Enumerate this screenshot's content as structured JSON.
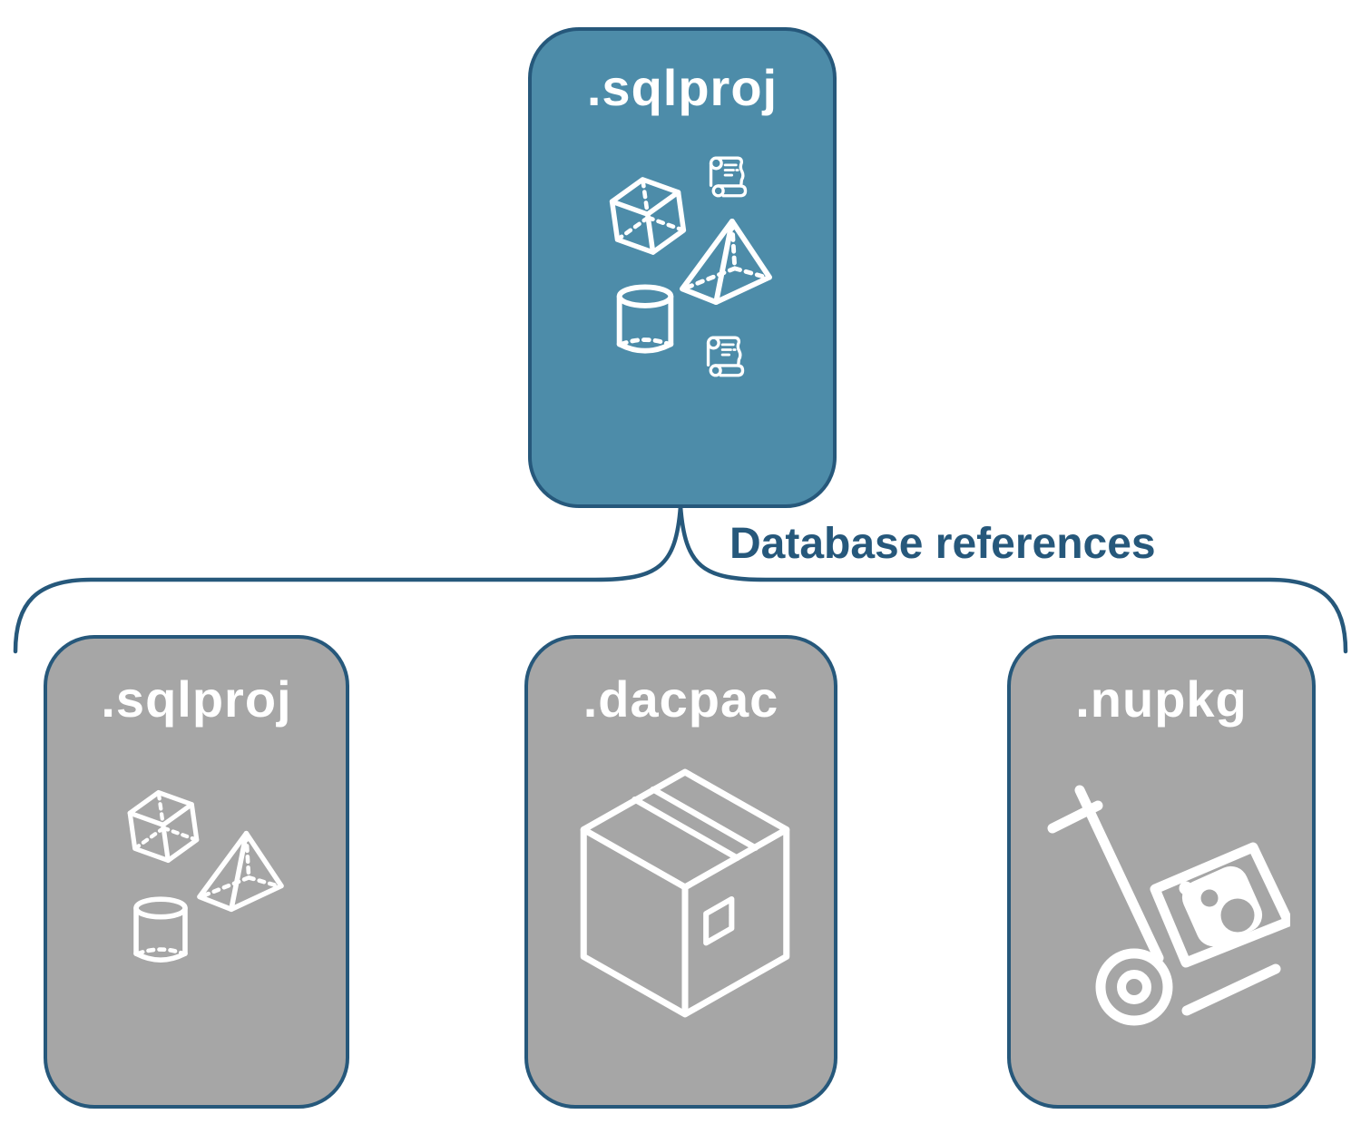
{
  "root_card": {
    "label": ".sqlproj",
    "icons": [
      "scroll-icon",
      "cube-icon",
      "pyramid-icon",
      "cylinder-icon",
      "scroll-icon"
    ]
  },
  "connector": {
    "label": "Database references"
  },
  "children": [
    {
      "label": ".sqlproj",
      "icons": [
        "cube-icon",
        "pyramid-icon",
        "cylinder-icon"
      ]
    },
    {
      "label": ".dacpac",
      "icons": [
        "package-box-icon"
      ]
    },
    {
      "label": ".nupkg",
      "icons": [
        "nuget-handtruck-icon"
      ]
    }
  ],
  "colors": {
    "root_fill": "#4D8CA9",
    "child_fill": "#A6A6A6",
    "stroke": "#26587B",
    "label_text": "#FFFFFF",
    "icon_stroke": "#FFFFFF"
  }
}
